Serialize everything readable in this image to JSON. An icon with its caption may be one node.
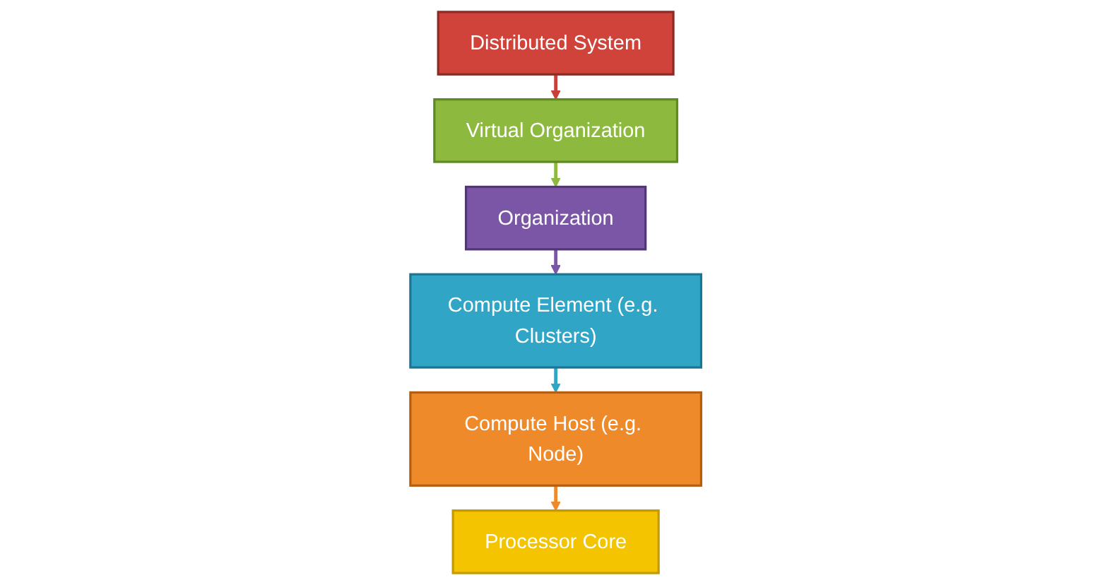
{
  "diagram": {
    "nodes": [
      {
        "text": [
          "Distributed System"
        ]
      },
      {
        "text": [
          "Virtual Organization"
        ]
      },
      {
        "text": [
          "Organization"
        ]
      },
      {
        "text": [
          "Compute Element (e.g. Clusters)"
        ]
      },
      {
        "text": [
          "Compute Host (e.g. Node)"
        ]
      },
      {
        "text": [
          "Processor Core"
        ]
      }
    ],
    "edges": [
      {
        "from": 0,
        "to": 1,
        "arrow": "to",
        "color": "#c9403a"
      },
      {
        "from": 1,
        "to": 2,
        "arrow": "to",
        "color": "#8dba3e"
      },
      {
        "from": 2,
        "to": 3,
        "arrow": "to",
        "color": "#7b56a6"
      },
      {
        "from": 3,
        "to": 4,
        "arrow": "to",
        "color": "#31a5c6"
      },
      {
        "from": 4,
        "to": 5,
        "arrow": "to",
        "color": "#ef8a2a"
      }
    ]
  }
}
